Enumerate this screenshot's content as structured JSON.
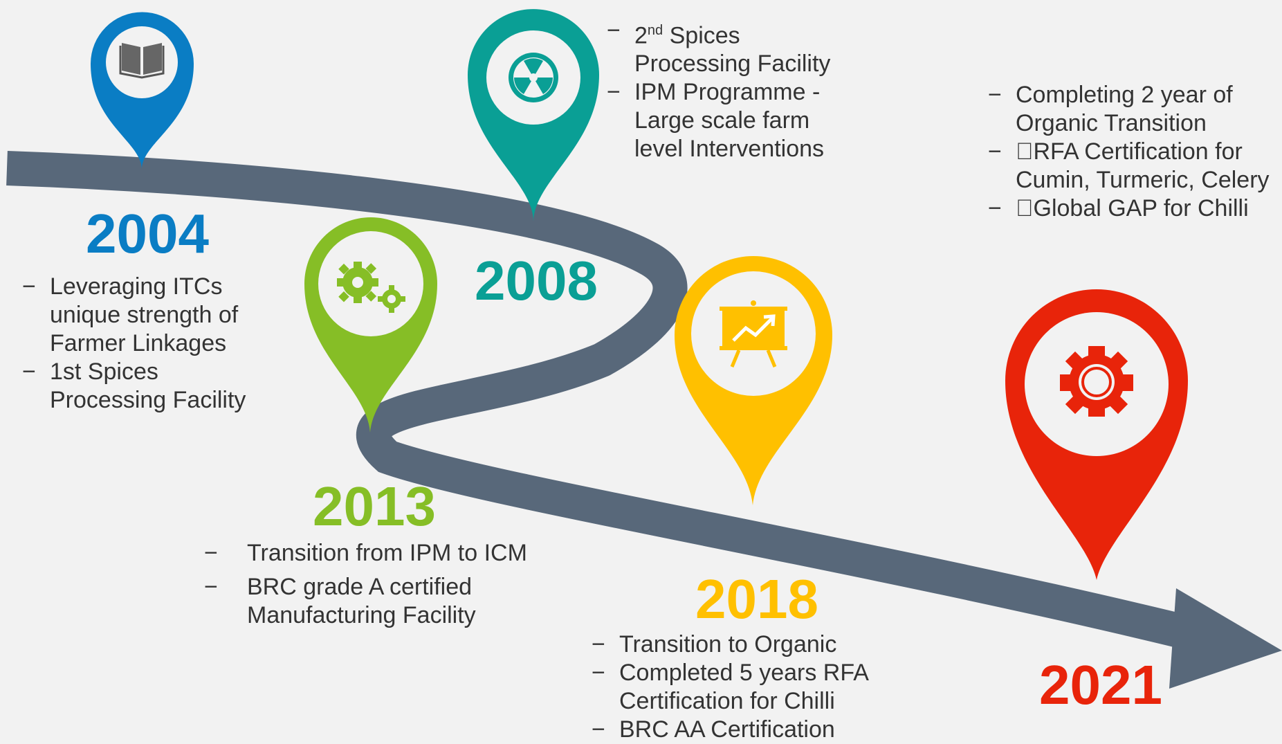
{
  "milestones": [
    {
      "year": "2004",
      "color": "#0a7dc4",
      "icon": "book-icon",
      "bullets": [
        "Leveraging ITCs unique strength of Farmer Linkages",
        "1st Spices Processing Facility"
      ]
    },
    {
      "year": "2008",
      "color": "#0a9f95",
      "icon": "radiation-icon",
      "bullets": [
        {
          "prefix": "2",
          "sup": "nd",
          "rest": " Spices Processing Facility"
        },
        "IPM Programme -Large scale farm level Interventions"
      ]
    },
    {
      "year": "2013",
      "color": "#86be26",
      "icon": "gears-icon",
      "bullets": [
        "Transition from IPM to ICM",
        "BRC grade A certified Manufacturing Facility"
      ]
    },
    {
      "year": "2018",
      "color": "#ffc000",
      "icon": "presentation-chart-icon",
      "bullets": [
        "Transition to Organic",
        "Completed 5 years RFA Certification for Chilli",
        "BRC AA Certification"
      ]
    },
    {
      "year": "2021",
      "color": "#e8240a",
      "icon": "gear-icon",
      "bullets": [
        "Completing 2 year of Organic Transition",
        "RFA Certification for Cumin, Turmeric, Celery",
        "Global GAP for Chilli"
      ]
    }
  ],
  "road_color": "#58687a",
  "background_color": "#f2f2f2"
}
